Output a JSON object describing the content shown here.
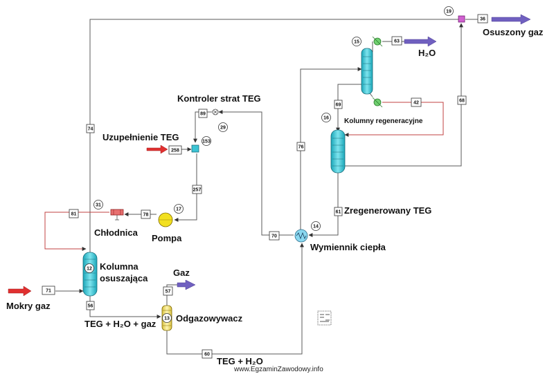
{
  "labels": {
    "kontroler": "Kontroler strat TEG",
    "uzupelnienie": "Uzupełnienie TEG",
    "chlodnica": "Chłodnica",
    "pompa": "Pompa",
    "kolumna_line1": "Kolumna",
    "kolumna_line2": "osuszająca",
    "mokry_gaz": "Mokry gaz",
    "gaz": "Gaz",
    "teg_h2o_gaz": "TEG + H₂O + gaz",
    "odgazowywacz": "Odgazowywacz",
    "teg_h2o": "TEG + H₂O",
    "wymiennik": "Wymiennik ciepła",
    "zregenerowany": "Zregenerowany TEG",
    "kolumny_regen": "Kolumny regeneracyjne",
    "h2o": "H₂O",
    "osuszony_gaz": "Osuszony gaz"
  },
  "streams": {
    "s19": "19",
    "s36": "36",
    "s74": "74",
    "s15": "15",
    "s63": "63",
    "s89": "89",
    "s29": "29",
    "s153": "153",
    "s258": "258",
    "s257": "257",
    "s69": "69",
    "s42": "42",
    "s68": "68",
    "s16": "16",
    "s76": "76",
    "s31": "31",
    "s81": "81",
    "s78": "78",
    "s17": "17",
    "s70": "70",
    "s14": "14",
    "s61": "61",
    "s12": "12",
    "s71": "71",
    "s56": "56",
    "s57": "57",
    "s13": "13",
    "s60": "60"
  },
  "watermark": "www.EgzaminZawodowy.info",
  "colors": {
    "column": "#3cc4d4",
    "feed_arrow": "#e03030",
    "product_arrow": "#7060c0",
    "recycle_line": "#c04040",
    "pump": "#f2e020",
    "separator": "#f0e070"
  }
}
